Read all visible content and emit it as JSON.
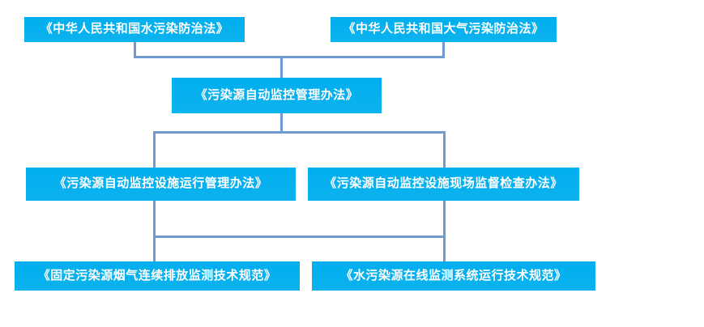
{
  "diagram": {
    "type": "hierarchy-flowchart",
    "title": "",
    "node_fill_color": "#00AEEF",
    "node_text_color": "#FFFFFF",
    "connector_color": "#6F9BD1",
    "background_color": "#FFFFFF",
    "levels": [
      {
        "level": 1,
        "nodes": [
          {
            "id": "law-water",
            "label": "《中华人民共和国水污染防治法》"
          },
          {
            "id": "law-air",
            "label": "《中华人民共和国大气污染防治法》"
          }
        ]
      },
      {
        "level": 2,
        "nodes": [
          {
            "id": "measure-auto-monitor",
            "label": "《污染源自动监控管理办法》"
          }
        ]
      },
      {
        "level": 3,
        "nodes": [
          {
            "id": "measure-facility-operation",
            "label": "《污染源自动监控设施运行管理办法》"
          },
          {
            "id": "measure-onsite-supervision",
            "label": "《污染源自动监控设施现场监督检查办法》"
          }
        ]
      },
      {
        "level": 4,
        "nodes": [
          {
            "id": "spec-cems",
            "label": "《固定污染源烟气连续排放监测技术规范》"
          },
          {
            "id": "spec-water-online",
            "label": "《水污染源在线监测系统运行技术规范》"
          }
        ]
      }
    ]
  }
}
